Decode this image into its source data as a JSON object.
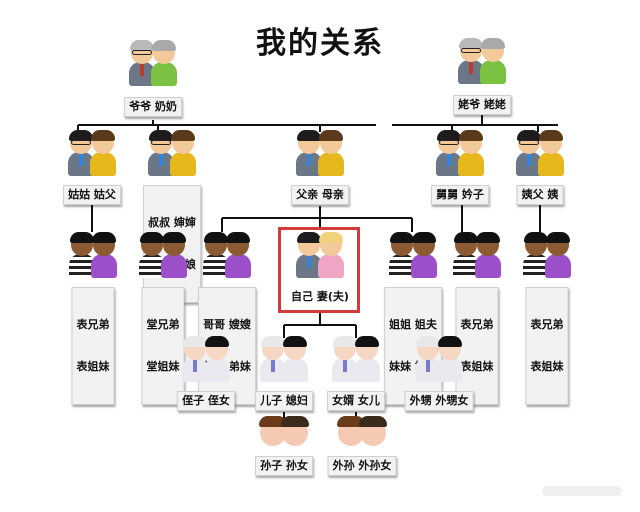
{
  "title": "我的关系",
  "nodes": {
    "grandparents_paternal": {
      "label": "爷爷 奶奶"
    },
    "grandparents_maternal": {
      "label": "姥爷 姥姥"
    },
    "aunt_paternal": {
      "label": "姑姑 姑父"
    },
    "uncles_paternal": {
      "label_line1": "叔叔 婶婶",
      "label_line2": "大爷 大娘"
    },
    "parents": {
      "label": "父亲 母亲"
    },
    "uncle_maternal": {
      "label": "舅舅 妗子"
    },
    "aunt_maternal": {
      "label": "姨父 姨"
    },
    "cousins_aunt_side": {
      "label_line1": "表兄弟",
      "label_line2": "表姐妹"
    },
    "cousins_uncle_side": {
      "label_line1": "堂兄弟",
      "label_line2": "堂姐妹"
    },
    "brothers": {
      "label_line1": "哥哥 嫂嫂",
      "label_line2": "弟弟 弟妹"
    },
    "self": {
      "label": "自己 妻(夫)"
    },
    "sisters": {
      "label_line1": "姐姐 姐夫",
      "label_line2": "妹妹 妹夫"
    },
    "cousins_maternal_uncle_side": {
      "label_line1": "表兄弟",
      "label_line2": "表姐妹"
    },
    "cousins_maternal_aunt_side": {
      "label_line1": "表兄弟",
      "label_line2": "表姐妹"
    },
    "nephews": {
      "label": "侄子 侄女"
    },
    "children_son": {
      "label": "儿子 媳妇"
    },
    "children_daughter": {
      "label": "女婿 女儿"
    },
    "sister_children": {
      "label": "外甥 外甥女"
    },
    "grandchildren_son": {
      "label": "孙子 孙女"
    },
    "grandchildren_daughter": {
      "label": "外孙 外孙女"
    }
  },
  "colors": {
    "self_frame": "#d23b3b",
    "label_bg": "#f2f2f2",
    "line": "#111111"
  }
}
